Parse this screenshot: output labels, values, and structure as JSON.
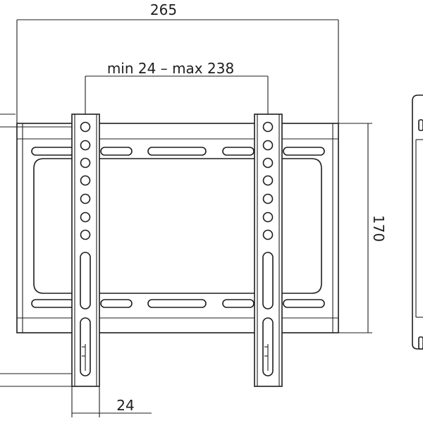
{
  "dimensions": {
    "overall_width": "265",
    "hole_spacing": "min 24 – max 238",
    "height": "170",
    "arm_width": "24"
  },
  "colors": {
    "line": "#1e1e1e",
    "background": "#ffffff"
  }
}
